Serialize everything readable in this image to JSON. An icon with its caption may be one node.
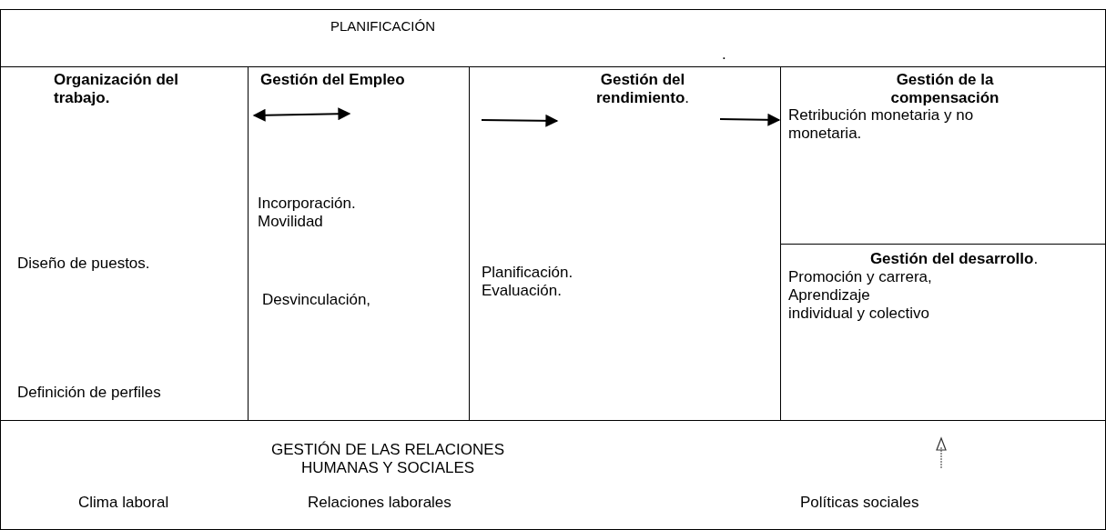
{
  "diagram": {
    "nodes": [
      {
        "text": [
          "PLANIFICACIÓN"
        ]
      },
      {
        "text": [
          "Organización del trabajo.",
          "Diseño de puestos.",
          "Definición de perfiles"
        ]
      },
      {
        "text": [
          "Gestión del Empleo",
          "Incorporación. Movilidad",
          "Desvinculación,"
        ]
      },
      {
        "text": [
          "**Gestión del rendimiento**.",
          "Planificación. Evaluación."
        ]
      },
      {
        "text": [
          "Gestión de la compensación",
          "Retribución monetaria y no monetaria."
        ]
      },
      {
        "text": [
          "**Gestión del desarrollo**.",
          "Promoción y carrera, Aprendizaje individual y colectivo"
        ]
      },
      {
        "text": [
          "GESTIÓN DE LAS RELACIONES HUMANAS Y SOCIALES",
          "Clima laboral",
          "Relaciones laborales",
          "Políticas sociales"
        ]
      }
    ],
    "edges": [
      {
        "from": 3,
        "to": 4,
        "arrow": "to"
      }
    ],
    "labels": [
      "."
    ]
  }
}
